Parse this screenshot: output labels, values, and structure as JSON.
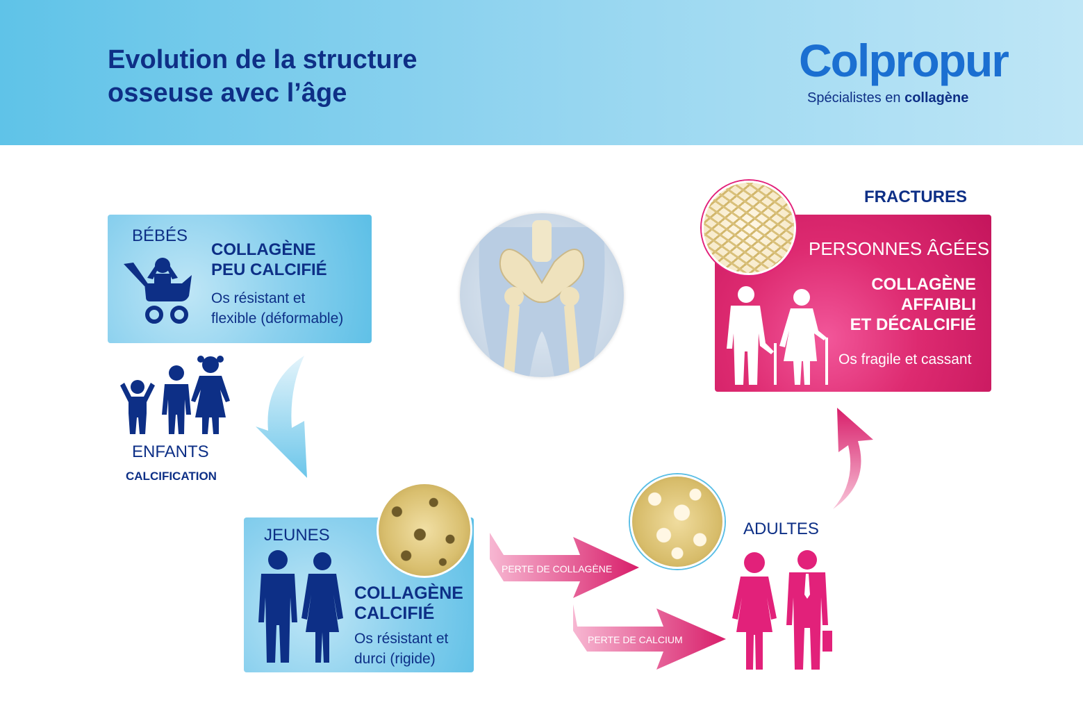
{
  "header": {
    "title_line1": "Evolution de la structure",
    "title_line2": "osseuse avec l’âge",
    "logo_text": "Colpropur",
    "tagline_prefix": "Spécialistes en",
    "tagline_bold": "collagène"
  },
  "colors": {
    "navy": "#0d2f86",
    "light_blue": "#5cbfe6",
    "pink": "#d81e6a"
  },
  "bebes": {
    "label": "BÉBÉS",
    "heading1": "COLLAGÈNE",
    "heading2": "PEU CALCIFIÉ",
    "desc1": "Os résistant et",
    "desc2": "flexible (déformable)"
  },
  "enfants": {
    "label": "ENFANTS",
    "sub": "CALCIFICATION"
  },
  "jeunes": {
    "label": "JEUNES",
    "heading1": "COLLAGÈNE",
    "heading2": "CALCIFIÉ",
    "desc1": "Os résistant et",
    "desc2": "durci (rigide)"
  },
  "arrows": {
    "collagen_loss": "PERTE DE COLLAGÈNE",
    "calcium_loss": "PERTE DE CALCIUM"
  },
  "adultes": {
    "label": "ADULTES"
  },
  "agees": {
    "top_label": "FRACTURES",
    "label": "PERSONNES ÂGÉES",
    "heading1": "COLLAGÈNE",
    "heading2": "AFFAIBLI",
    "heading3": "ET DÉCALCIFIÉ",
    "desc": "Os fragile et cassant"
  }
}
